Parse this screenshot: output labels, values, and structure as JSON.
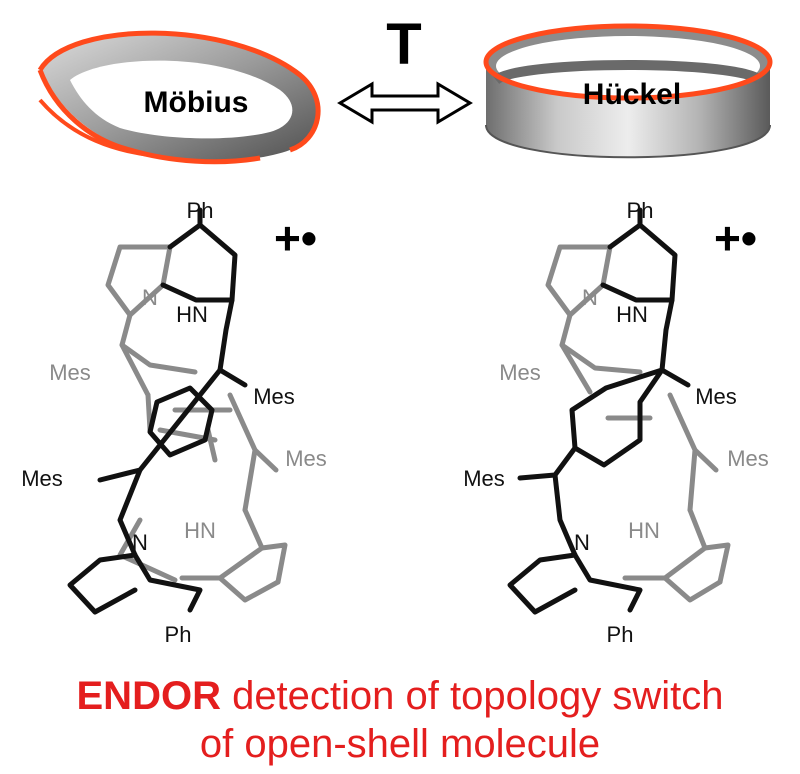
{
  "header": {
    "equilibrium_label": "T",
    "mobius_label": "Möbius",
    "huckel_label": "Hückel"
  },
  "molecules": {
    "charge_label": "+•",
    "left": {
      "top_substituent": "Ph",
      "bottom_substituent": "Ph",
      "nh_top": "HN",
      "n_top": "N",
      "nh_bottom": "HN",
      "n_bottom": "N",
      "mes_left_upper": "Mes",
      "mes_right_upper": "Mes",
      "mes_left_lower": "Mes",
      "mes_right_lower": "Mes"
    },
    "right": {
      "top_substituent": "Ph",
      "bottom_substituent": "Ph",
      "nh_top": "HN",
      "n_top": "N",
      "nh_bottom": "HN",
      "n_bottom": "N",
      "mes_left_upper": "Mes",
      "mes_right_upper": "Mes",
      "mes_left_lower": "Mes",
      "mes_right_lower": "Mes"
    }
  },
  "caption": {
    "line1_bold": "ENDOR",
    "line1_rest": " detection of topology switch",
    "line2": "of open-shell molecule"
  },
  "colors": {
    "caption": "#e41e1e",
    "ring_edge": "#ff4a1c",
    "ring_gray": "#8c8c8c",
    "bond_black": "#111111",
    "bond_gray": "#8a8a8a"
  }
}
